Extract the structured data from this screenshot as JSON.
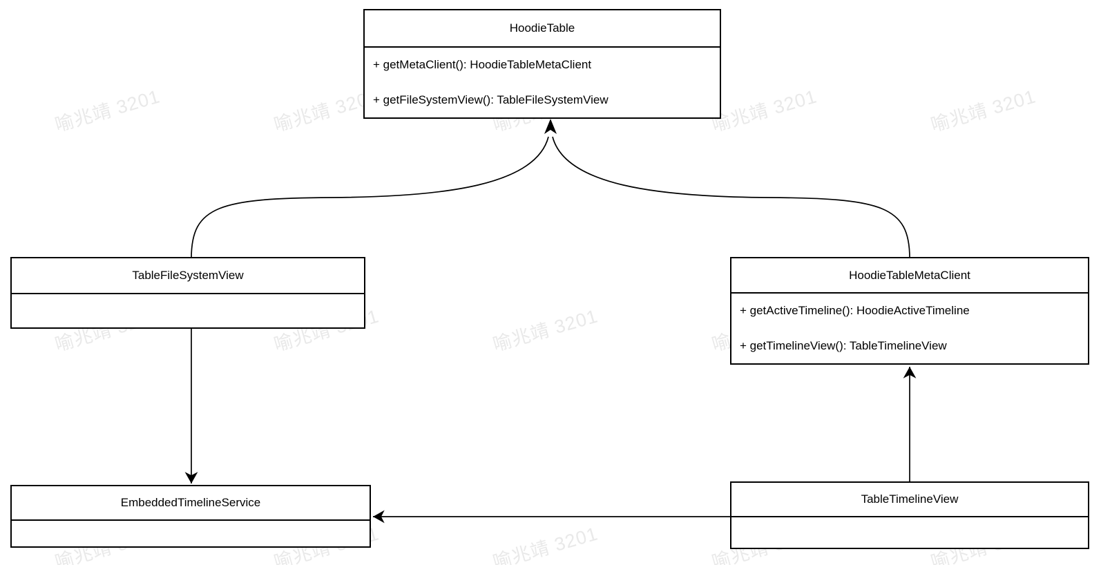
{
  "page": {
    "background_color": "#ffffff",
    "stroke_color": "#000000",
    "text_color": "#000000"
  },
  "watermark": {
    "text": "喻兆靖 3201",
    "color": "#e9e9e9"
  },
  "diagram": {
    "type": "uml-class-diagram",
    "classes": {
      "hoodie_table": {
        "title": "HoodieTable",
        "methods": [
          "+ getMetaClient(): HoodieTableMetaClient",
          "+ getFileSystemView(): TableFileSystemView"
        ]
      },
      "table_file_system_view": {
        "title": "TableFileSystemView",
        "methods": []
      },
      "hoodie_table_meta_client": {
        "title": "HoodieTableMetaClient",
        "methods": [
          "+ getActiveTimeline(): HoodieActiveTimeline",
          "+ getTimelineView(): TableTimelineView"
        ]
      },
      "embedded_timeline_service": {
        "title": "EmbeddedTimelineService",
        "methods": []
      },
      "table_timeline_view": {
        "title": "TableTimelineView",
        "methods": []
      }
    },
    "relations": [
      {
        "from": "TableFileSystemView",
        "to": "HoodieTable",
        "style": "curved-arrow"
      },
      {
        "from": "HoodieTableMetaClient",
        "to": "HoodieTable",
        "style": "curved-arrow"
      },
      {
        "from": "TableFileSystemView",
        "to": "EmbeddedTimelineService",
        "style": "straight-arrow"
      },
      {
        "from": "TableTimelineView",
        "to": "HoodieTableMetaClient",
        "style": "straight-arrow"
      },
      {
        "from": "TableTimelineView",
        "to": "EmbeddedTimelineService",
        "style": "straight-arrow"
      }
    ]
  }
}
